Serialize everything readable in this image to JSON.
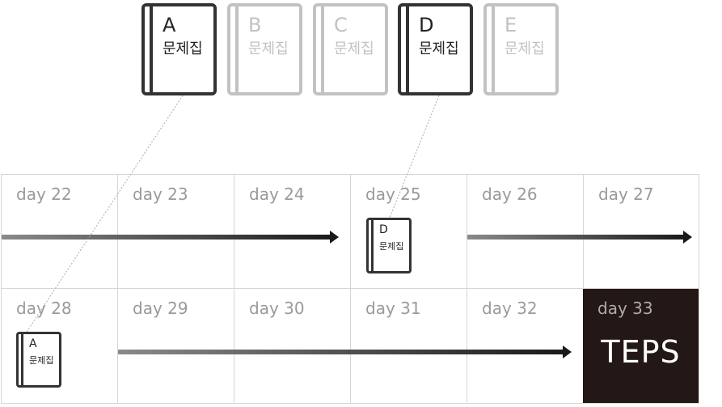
{
  "books": [
    {
      "letter": "A",
      "label": "문제집",
      "active": true
    },
    {
      "letter": "B",
      "label": "문제집",
      "active": false
    },
    {
      "letter": "C",
      "label": "문제집",
      "active": false
    },
    {
      "letter": "D",
      "label": "문제집",
      "active": true
    },
    {
      "letter": "E",
      "label": "문제집",
      "active": false
    }
  ],
  "calendar": {
    "row1": [
      "day 22",
      "day 23",
      "day 24",
      "day 25",
      "day 26",
      "day 27"
    ],
    "row2": [
      "day 28",
      "day 29",
      "day 30",
      "day 31",
      "day 32",
      "day 33"
    ],
    "exam_label": "TEPS"
  },
  "mini_books": {
    "day25": {
      "letter": "D",
      "label": "문제집"
    },
    "day28": {
      "letter": "A",
      "label": "문제집"
    }
  },
  "colors": {
    "active_book": "#333333",
    "inactive_book": "#c2c2c2",
    "grid_line": "#d6d6d6",
    "day_text": "#9a9a9a",
    "exam_bg": "#231815",
    "arrow_dark": "#1a1a1a",
    "arrow_light": "#8a8a8a"
  }
}
